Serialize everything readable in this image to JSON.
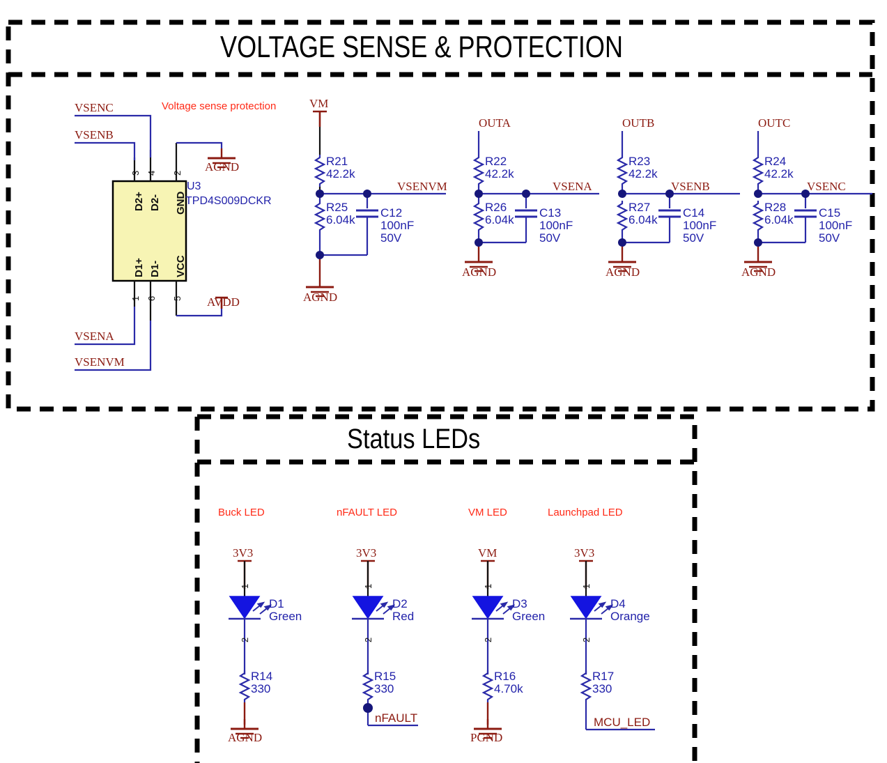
{
  "sections": [
    {
      "id": "voltage-sense",
      "title": "VOLTAGE SENSE & PROTECTION",
      "note": "Voltage sense protection"
    },
    {
      "id": "status-leds",
      "title": "Status LEDs"
    }
  ],
  "ic": {
    "refdes": "U3",
    "part": "TPD4S009DCKR",
    "pins": [
      {
        "num": "3",
        "name": "D2+"
      },
      {
        "num": "4",
        "name": "D2-"
      },
      {
        "num": "2",
        "name": "GND"
      },
      {
        "num": "1",
        "name": "D1+"
      },
      {
        "num": "6",
        "name": "D1-"
      },
      {
        "num": "5",
        "name": "VCC"
      }
    ],
    "nets": {
      "pin3": "VSENB",
      "pin4": "VSENC",
      "pin2": "AGND",
      "pin1": "VSENA",
      "pin6": "VSENVM",
      "pin5": "AVDD"
    }
  },
  "dividers": [
    {
      "source": "VM",
      "top_res": {
        "refdes": "R21",
        "value": "42.2k"
      },
      "bot_res": {
        "refdes": "R25",
        "value": "6.04k"
      },
      "cap": {
        "refdes": "C12",
        "value": "100nF",
        "rating": "50V"
      },
      "out_net": "VSENVM",
      "ground": "AGND"
    },
    {
      "source": "OUTA",
      "top_res": {
        "refdes": "R22",
        "value": "42.2k"
      },
      "bot_res": {
        "refdes": "R26",
        "value": "6.04k"
      },
      "cap": {
        "refdes": "C13",
        "value": "100nF",
        "rating": "50V"
      },
      "out_net": "VSENA",
      "ground": "AGND"
    },
    {
      "source": "OUTB",
      "top_res": {
        "refdes": "R23",
        "value": "42.2k"
      },
      "bot_res": {
        "refdes": "R27",
        "value": "6.04k"
      },
      "cap": {
        "refdes": "C14",
        "value": "100nF",
        "rating": "50V"
      },
      "out_net": "VSENB",
      "ground": "AGND"
    },
    {
      "source": "OUTC",
      "top_res": {
        "refdes": "R24",
        "value": "42.2k"
      },
      "bot_res": {
        "refdes": "R28",
        "value": "6.04k"
      },
      "cap": {
        "refdes": "C15",
        "value": "100nF",
        "rating": "50V"
      },
      "out_net": "VSENC",
      "ground": "AGND"
    }
  ],
  "leds": [
    {
      "caption": "Buck LED",
      "supply": "3V3",
      "diode": {
        "refdes": "D1",
        "color": "Green"
      },
      "pin_top": "1",
      "pin_bot": "2",
      "res": {
        "refdes": "R14",
        "value": "330"
      },
      "sink": "AGND",
      "sink_type": "ground"
    },
    {
      "caption": "nFAULT LED",
      "supply": "3V3",
      "diode": {
        "refdes": "D2",
        "color": "Red"
      },
      "pin_top": "1",
      "pin_bot": "2",
      "res": {
        "refdes": "R15",
        "value": "330"
      },
      "sink": "nFAULT",
      "sink_type": "net"
    },
    {
      "caption": "VM LED",
      "supply": "VM",
      "diode": {
        "refdes": "D3",
        "color": "Green"
      },
      "pin_top": "1",
      "pin_bot": "2",
      "res": {
        "refdes": "R16",
        "value": "4.70k"
      },
      "sink": "PGND",
      "sink_type": "ground"
    },
    {
      "caption": "Launchpad LED",
      "supply": "3V3",
      "diode": {
        "refdes": "D4",
        "color": "Orange"
      },
      "pin_top": "1",
      "pin_bot": "2",
      "res": {
        "refdes": "R17",
        "value": "330"
      },
      "sink": "MCU_LED",
      "sink_type": "net"
    }
  ],
  "colors": {
    "wire": "#2a2aa8",
    "net_text": "#8B1A10",
    "ic_fill": "#f7f4b4",
    "note_text": "#ff2a17",
    "refdes_text": "#2222aa",
    "led_fill": "#1414e0",
    "border": "#000000"
  }
}
